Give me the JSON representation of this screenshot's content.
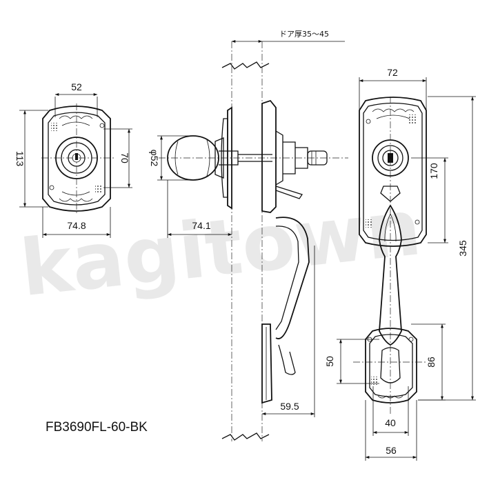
{
  "model_number": "FB3690FL-60-BK",
  "watermark": "kagitown",
  "dimensions": {
    "front_width": "52",
    "front_height": "113",
    "front_cylinder": "70",
    "front_base_width": "74.8",
    "knob_diameter": "φ52",
    "knob_projection": "74.1",
    "door_thickness": "ドア厚35～45",
    "handle_projection": "59.5",
    "inside_top_width": "72",
    "inside_top_height": "170",
    "total_height": "345",
    "lower_plate_inner": "50",
    "lower_plate_height": "86",
    "lower_plate_inner_width": "40",
    "lower_plate_width": "56"
  }
}
